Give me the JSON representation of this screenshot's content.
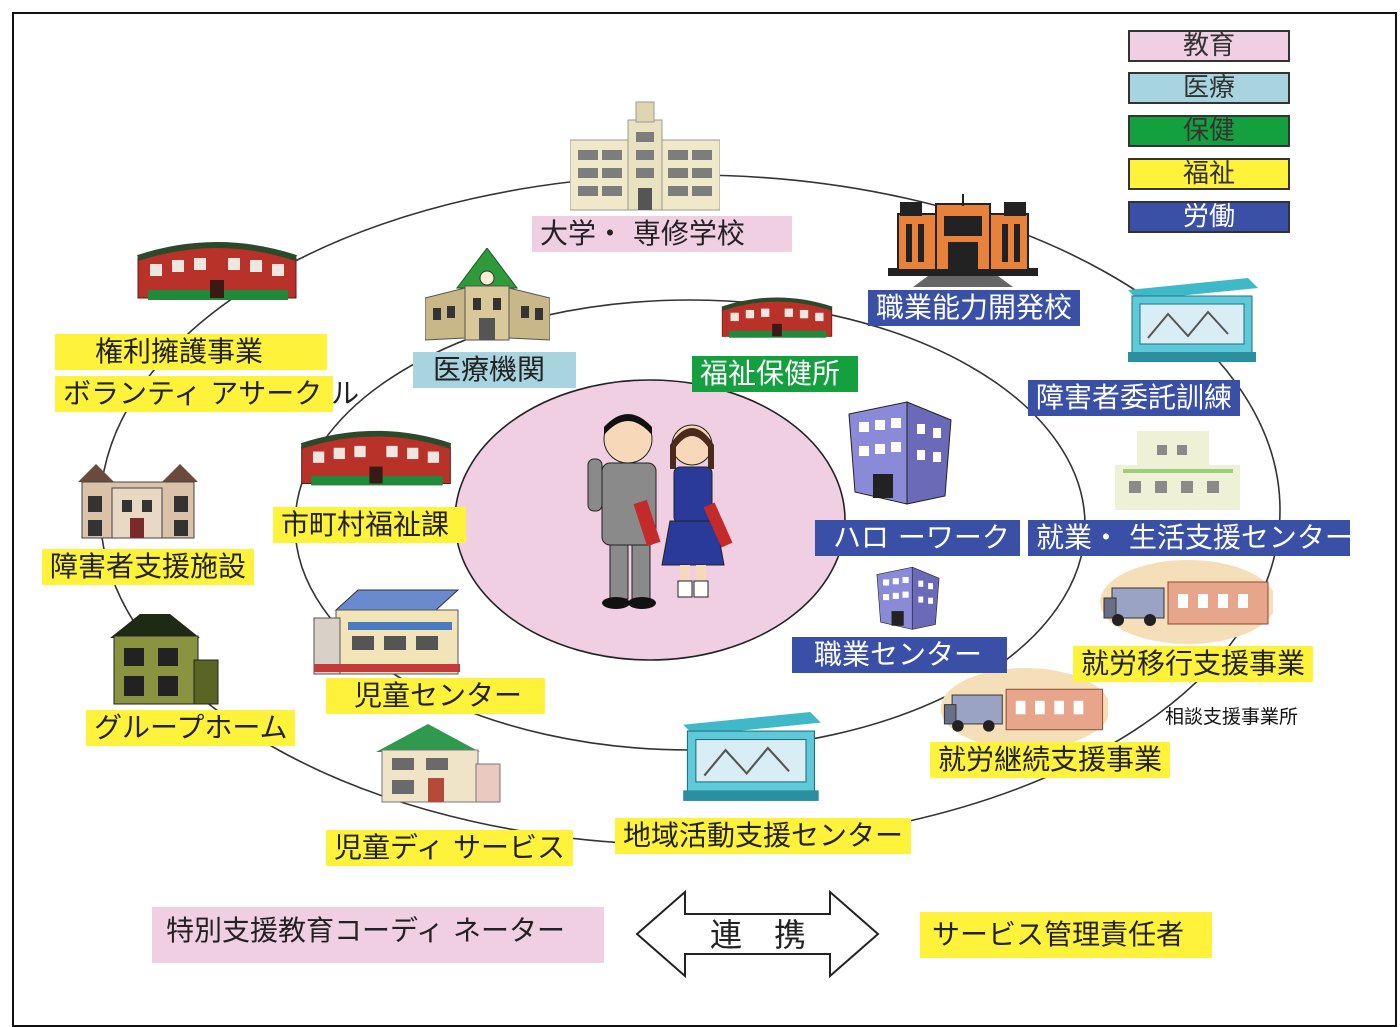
{
  "colors": {
    "education": "#f0cfe2",
    "medical": "#a8d4e0",
    "health": "#15a040",
    "welfare": "#fff23a",
    "labor": "#3a4fa6"
  },
  "legend": [
    {
      "label": "教育",
      "category": "education"
    },
    {
      "label": "医療",
      "category": "medical"
    },
    {
      "label": "保健",
      "category": "health"
    },
    {
      "label": "福祉",
      "category": "welfare"
    },
    {
      "label": "労働",
      "category": "labor"
    }
  ],
  "nodes": {
    "university": {
      "label": "大学・ 専修学校",
      "category": "education",
      "icon": "school-building-icon"
    },
    "vocational_school": {
      "label": "職業能力開発校",
      "category": "labor",
      "icon": "factory-building-icon"
    },
    "disabled_training": {
      "label": "障害者委託訓練",
      "category": "labor",
      "icon": "storefront-icon"
    },
    "employment_life_center": {
      "label": "就業・ 生活支援センター",
      "category": "labor",
      "icon": "apartment-building-icon"
    },
    "transition_support": {
      "label": "就労移行支援事業",
      "category": "welfare",
      "icon": "delivery-truck-icon"
    },
    "consultation_office": {
      "label": "相談支援事業所"
    },
    "continuation_support": {
      "label": "就労継続支援事業",
      "category": "welfare",
      "icon": "delivery-truck-icon"
    },
    "regional_activity_center": {
      "label": "地域活動支援センター",
      "category": "welfare",
      "icon": "storefront-icon"
    },
    "child_day_service": {
      "label": "児童ディ サービス",
      "category": "welfare",
      "icon": "house-icon"
    },
    "group_home": {
      "label": "グループホーム",
      "category": "welfare",
      "icon": "house-icon"
    },
    "disabled_facility": {
      "label": "障害者支援施設",
      "category": "welfare",
      "icon": "townhouse-icon"
    },
    "rights_advocacy": {
      "label": "権利擁護事業",
      "category": "welfare",
      "icon": "civic-building-icon"
    },
    "volunteer_circle": {
      "label": "ボランティ アサーク ル",
      "category": "welfare"
    },
    "medical_institution": {
      "label": "医療機関",
      "category": "medical",
      "icon": "clock-tower-icon"
    },
    "welfare_health_center": {
      "label": "福祉保健所",
      "category": "health",
      "icon": "civic-building-icon"
    },
    "hello_work": {
      "label": "ハロ ーワーク",
      "category": "labor",
      "icon": "office-tower-icon"
    },
    "vocational_center": {
      "label": "職業センター",
      "category": "labor",
      "icon": "office-tower-icon"
    },
    "municipal_welfare": {
      "label": "市町村福祉課",
      "category": "welfare",
      "icon": "civic-building-icon"
    },
    "child_center": {
      "label": "児童センター",
      "category": "welfare",
      "icon": "house-icon"
    }
  },
  "center": {
    "icon": "students-icon"
  },
  "bottom": {
    "coordinator": {
      "label": "特別支援教育コーディ ネーター",
      "category": "education"
    },
    "link": {
      "label": "連　携",
      "icon": "double-arrow-icon"
    },
    "service_manager": {
      "label": "サービス管理責任者",
      "category": "welfare"
    }
  }
}
